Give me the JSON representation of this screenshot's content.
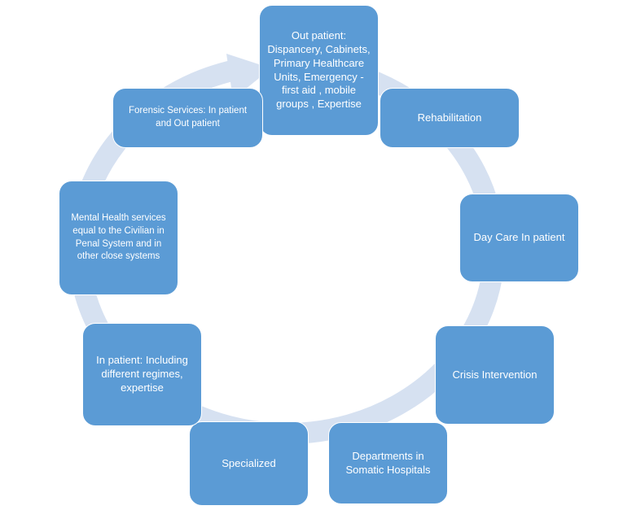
{
  "diagram": {
    "type": "cycle",
    "colors": {
      "node_fill": "#5b9bd5",
      "node_text": "#ffffff",
      "ring": "#d6e1f1"
    },
    "nodes": [
      {
        "id": "outpatient",
        "text": "Out patient: Dispancery, Cabinets, Primary Healthcare Units, Emergency - first aid , mobile groups , Expertise"
      },
      {
        "id": "rehabilitation",
        "text": "Rehabilitation"
      },
      {
        "id": "day-care",
        "text": "Day Care In patient"
      },
      {
        "id": "crisis",
        "text": "Crisis Intervention"
      },
      {
        "id": "somatic",
        "text": "Departments in Somatic Hospitals"
      },
      {
        "id": "specialized",
        "text": "Specialized"
      },
      {
        "id": "inpatient",
        "text": "In patient: Including different regimes, expertise"
      },
      {
        "id": "mental-health",
        "text": "Mental Health services equal to the Civilian in Penal System and in other close systems"
      },
      {
        "id": "forensic",
        "text": "Forensic Services: In patient and Out patient"
      }
    ]
  }
}
